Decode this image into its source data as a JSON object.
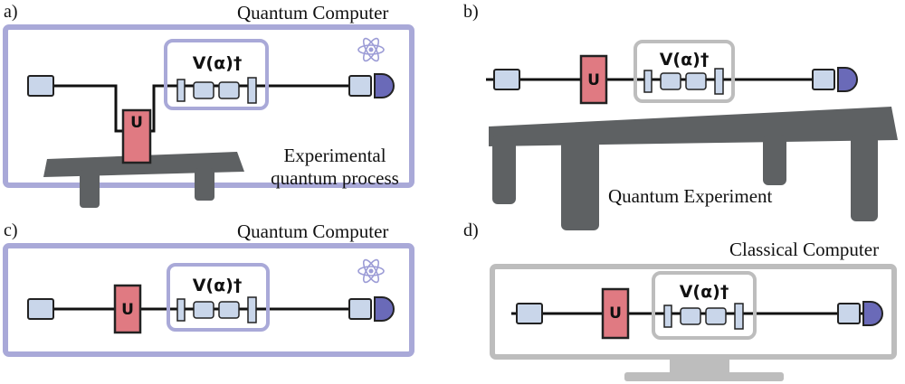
{
  "panels": {
    "a": {
      "letter": "a)",
      "container_label": "Quantum Computer",
      "process_label_line1": "Experimental",
      "process_label_line2": "quantum process",
      "unitary": "U",
      "variational": "V(α)†"
    },
    "b": {
      "letter": "b)",
      "table_label": "Quantum Experiment",
      "unitary": "U",
      "variational": "V(α)†"
    },
    "c": {
      "letter": "c)",
      "container_label": "Quantum Computer",
      "unitary": "U",
      "variational": "V(α)†"
    },
    "d": {
      "letter": "d)",
      "container_label": "Classical Computer",
      "unitary": "U",
      "variational": "V(α)†"
    }
  },
  "colors": {
    "quantum_frame": "#a9a9d8",
    "classical_frame": "#bdbdbd",
    "table": "#5e6163",
    "unitary_box": "#e07a82",
    "optic": "#c9d6ea",
    "detector": "#6a6ab8",
    "wire": "#111111"
  },
  "icons": [
    "atom-icon",
    "detector-icon",
    "source-icon",
    "optical-element-icon"
  ]
}
